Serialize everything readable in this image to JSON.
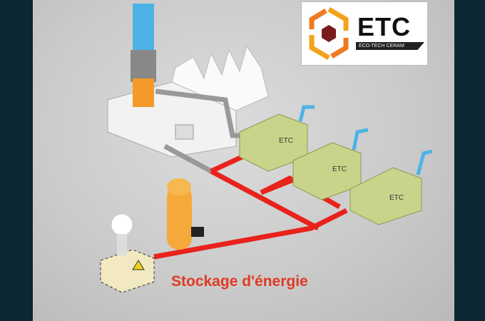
{
  "logo": {
    "title": "ETC",
    "subtitle": "ECO-TECH CERAM"
  },
  "caption": "Stockage d'énergie",
  "container_label": "ETC",
  "colors": {
    "frame": "#0e2734",
    "caption": "#e03a24",
    "pipe_hot": "#e8231c",
    "container": "#c9d48a",
    "logo_accent": "#f2a21b"
  }
}
